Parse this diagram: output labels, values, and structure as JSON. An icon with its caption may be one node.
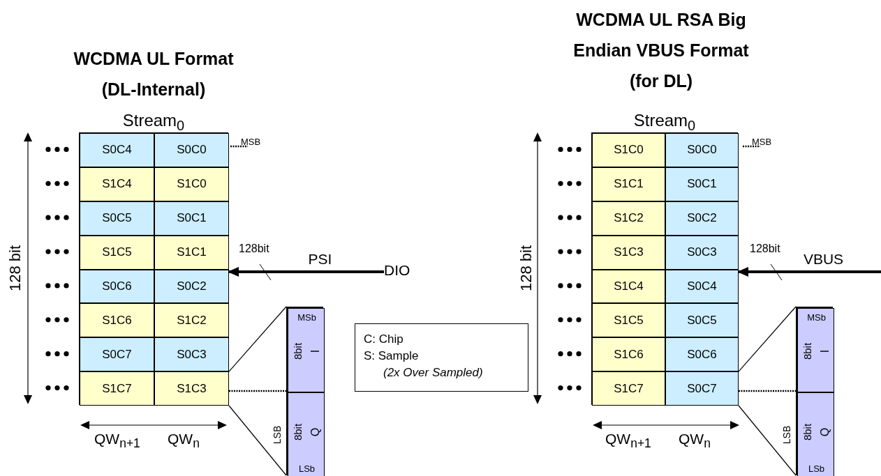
{
  "diagram": {
    "nodes": [
      {
        "text": [],
        "shape": "box"
      },
      {
        "text": [
          "S0C4"
        ],
        "in": 0
      },
      {
        "text": [
          "S0C0"
        ],
        "in": 0
      },
      {
        "text": [
          "S1C4"
        ],
        "in": 0
      },
      {
        "text": [
          "S1C0"
        ],
        "in": 0
      },
      {
        "text": [
          "S0C5"
        ],
        "in": 0
      },
      {
        "text": [
          "S0C1"
        ],
        "in": 0
      },
      {
        "text": [
          "S1C5"
        ],
        "in": 0
      },
      {
        "text": [
          "S1C1"
        ],
        "in": 0
      },
      {
        "text": [
          "S0C6"
        ],
        "in": 0
      },
      {
        "text": [
          "S0C2"
        ],
        "in": 0
      },
      {
        "text": [
          "S1C6"
        ],
        "in": 0
      },
      {
        "text": [
          "S1C2"
        ],
        "in": 0
      },
      {
        "text": [
          "S0C7"
        ],
        "in": 0
      },
      {
        "text": [
          "S0C3"
        ],
        "in": 0
      },
      {
        "text": [
          "S1C7"
        ],
        "in": 0
      },
      {
        "text": [
          "S1C3"
        ],
        "in": 0
      },
      {
        "text": [],
        "shape": "box"
      },
      {
        "text": [
          "MSb",
          "8bit",
          "I"
        ],
        "in": 17
      },
      {
        "text": [
          "8bit",
          "Q",
          "LSb"
        ],
        "in": 17,
        "beside": [
          "LSB"
        ]
      },
      {
        "text": [
          "DIO"
        ]
      },
      {
        "text": [
          "C: Chip",
          "S: Sample",
          "(2x Over Sampled)"
        ]
      },
      {
        "text": [],
        "shape": "box"
      },
      {
        "text": [
          "S1C0"
        ],
        "in": 22
      },
      {
        "text": [
          "S0C0"
        ],
        "in": 22
      },
      {
        "text": [
          "S1C1"
        ],
        "in": 22
      },
      {
        "text": [
          "S0C1"
        ],
        "in": 22
      },
      {
        "text": [
          "S1C2"
        ],
        "in": 22
      },
      {
        "text": [
          "S0C2"
        ],
        "in": 22
      },
      {
        "text": [
          "S1C3"
        ],
        "in": 22
      },
      {
        "text": [
          "S0C3"
        ],
        "in": 22
      },
      {
        "text": [
          "S1C4"
        ],
        "in": 22
      },
      {
        "text": [
          "S0C4"
        ],
        "in": 22
      },
      {
        "text": [
          "S1C5"
        ],
        "in": 22
      },
      {
        "text": [
          "S0C5"
        ],
        "in": 22
      },
      {
        "text": [
          "S1C6"
        ],
        "in": 22
      },
      {
        "text": [
          "S0C6"
        ],
        "in": 22
      },
      {
        "text": [
          "S1C7"
        ],
        "in": 22
      },
      {
        "text": [
          "S0C7"
        ],
        "in": 22
      },
      {
        "text": [],
        "shape": "box"
      },
      {
        "text": [
          "MSb",
          "8bit",
          "I"
        ],
        "in": 39
      },
      {
        "text": [
          "8bit",
          "Q",
          "LSb"
        ],
        "in": 39,
        "beside": [
          "LSB"
        ]
      }
    ],
    "edges": [
      {
        "from": 20,
        "to": 0,
        "arrow": "to",
        "label": "PSI",
        "style": "thick"
      },
      {
        "from": 16,
        "to": 17,
        "arrow": "none"
      },
      {
        "from": 16,
        "to": 17,
        "arrow": "none"
      },
      {
        "from": 16,
        "to": 17,
        "arrow": "none",
        "style": "dashed"
      },
      {
        "from": null,
        "to": 22,
        "arrow": "to",
        "label": "VBUS",
        "style": "thick"
      },
      {
        "from": 38,
        "to": 39,
        "arrow": "none"
      },
      {
        "from": 38,
        "to": 39,
        "arrow": "none"
      },
      {
        "from": 38,
        "to": 39,
        "arrow": "none",
        "style": "dashed"
      }
    ],
    "labels": [
      "WCDMA UL Format (DL-Internal)",
      "WCDMA UL RSA Big Endian VBUS Format (for DL)",
      "Stream$_{0}$",
      "MSB",
      "128 bit",
      "128bit",
      "QW$_{n+1}$",
      "QW$_{n}$",
      "Stream$_{0}$",
      "MSB",
      "128 bit",
      "128bit",
      "QW$_{n+1}$",
      "QW$_{n}$"
    ]
  }
}
